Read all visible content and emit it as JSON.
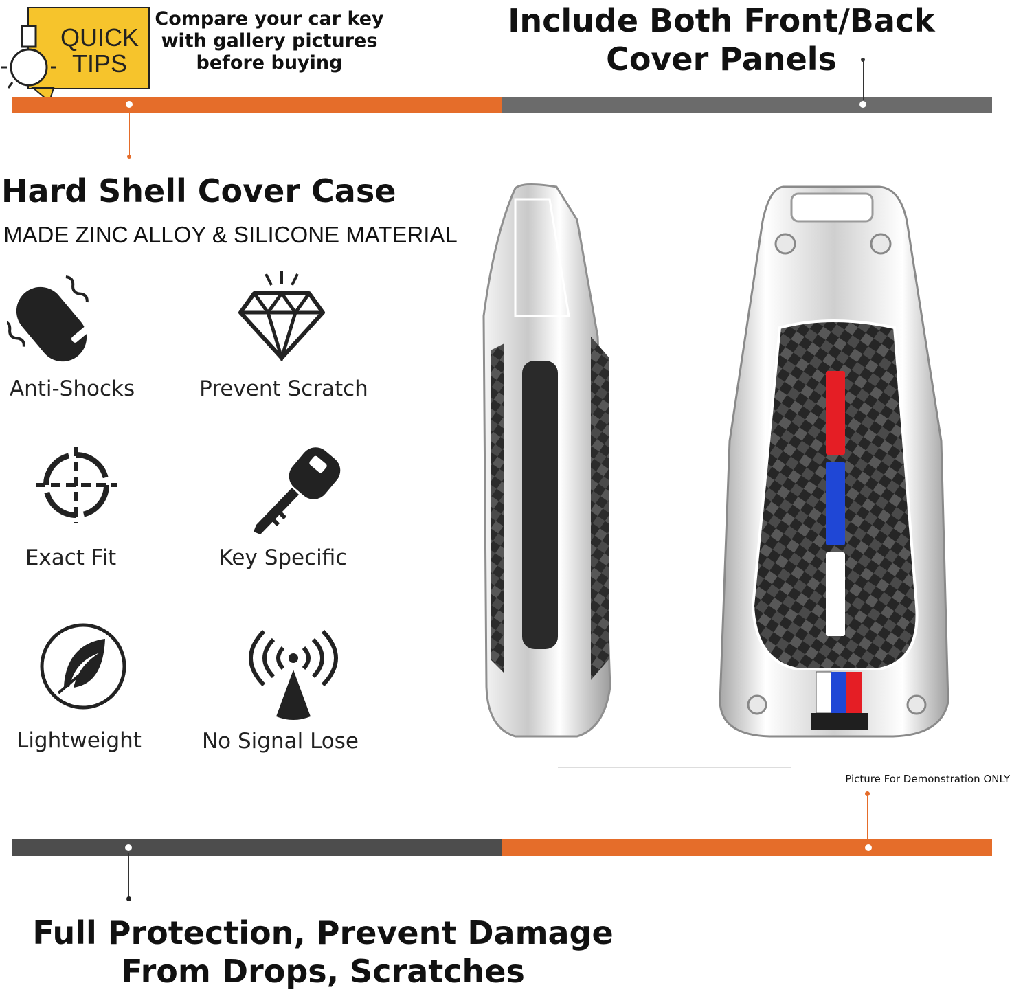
{
  "quick_tips": {
    "badge_label_line1": "QUICK",
    "badge_label_line2": "TIPS",
    "note_line1": "Compare your car key",
    "note_line2": "with gallery pictures",
    "note_line3": "before buying"
  },
  "top_heading": {
    "line1": "Include Both Front/Back",
    "line2": "Cover Panels"
  },
  "main": {
    "title": "Hard Shell Cover Case",
    "subtitle": "MADE ZINC ALLOY & SILICONE MATERIAL"
  },
  "features": [
    {
      "label": "Anti-Shocks",
      "icon": "vibrating-key-fob-icon"
    },
    {
      "label": "Prevent Scratch",
      "icon": "diamond-icon"
    },
    {
      "label": "Exact Fit",
      "icon": "crosshair-icon"
    },
    {
      "label": "Key Specific",
      "icon": "key-icon"
    },
    {
      "label": "Lightweight",
      "icon": "feather-icon"
    },
    {
      "label": "No Signal Lose",
      "icon": "signal-tower-icon"
    }
  ],
  "demo_note": "Picture For Demonstration ONLY",
  "bottom_heading": {
    "line1": "Full Protection, Prevent Damage",
    "line2": "From Drops, Scratches"
  },
  "colors": {
    "accent_orange": "#e56d2a",
    "bar_gray": "#6b6b6b",
    "bar_dark": "#4d4d4d",
    "badge_yellow": "#f6c42c",
    "stripe_red": "#e51e25",
    "stripe_blue": "#1f47d6",
    "stripe_white": "#ffffff"
  }
}
